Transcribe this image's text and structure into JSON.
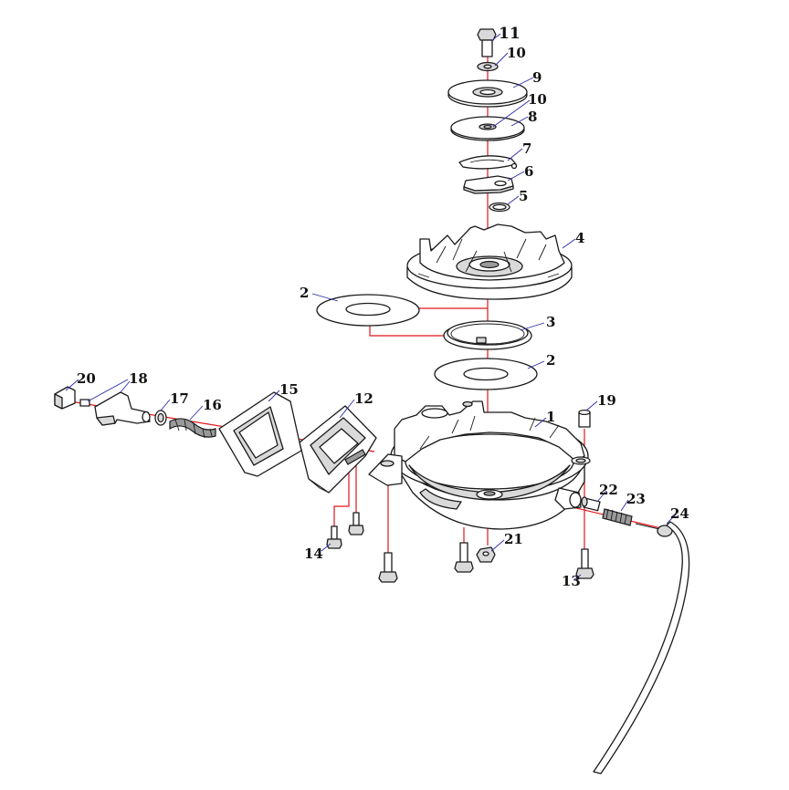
{
  "callouts": {
    "c1": "1",
    "c2a": "2",
    "c2b": "2",
    "c3": "3",
    "c4": "4",
    "c5": "5",
    "c6": "6",
    "c7": "7",
    "c8": "8",
    "c9": "9",
    "c10a": "10",
    "c10b": "10",
    "c11": "11",
    "c12": "12",
    "c13": "13",
    "c14": "14",
    "c15": "15",
    "c16": "16",
    "c17": "17",
    "c18": "18",
    "c19": "19",
    "c20": "20",
    "c21": "21",
    "c22": "22",
    "c23": "23",
    "c24": "24"
  },
  "colors": {
    "assembly_axis": "#e0161b",
    "leader_line": "#2a2aa8",
    "line_art": "#1a1a1a"
  }
}
